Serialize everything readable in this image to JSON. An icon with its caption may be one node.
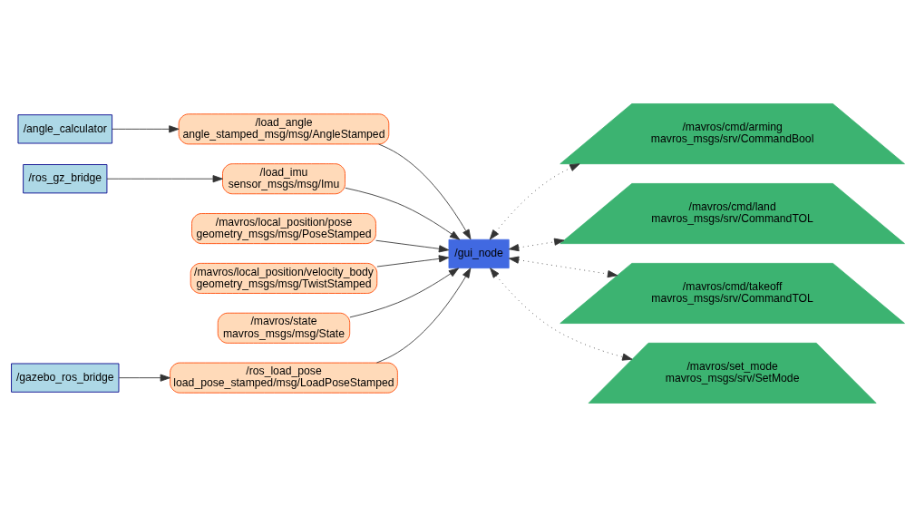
{
  "diagram": {
    "nodes": [
      {
        "text": [
          "/angle_calculator"
        ]
      },
      {
        "text": [
          "/load_angle",
          "angle_stamped_msg/msg/AngleStamped"
        ]
      },
      {
        "text": [
          "/ros_gz_bridge"
        ]
      },
      {
        "text": [
          "/load_imu",
          "sensor_msgs/msg/Imu"
        ]
      },
      {
        "text": [
          "/mavros/local_position/pose",
          "geometry_msgs/msg/PoseStamped"
        ]
      },
      {
        "text": [
          "/mavros/local_position/velocity_body",
          "geometry_msgs/msg/TwistStamped"
        ]
      },
      {
        "text": [
          "/mavros/state",
          "mavros_msgs/msg/State"
        ]
      },
      {
        "text": [
          "/gazebo_ros_bridge"
        ]
      },
      {
        "text": [
          "/ros_load_pose",
          "load_pose_stamped/msg/LoadPoseStamped"
        ]
      },
      {
        "text": [
          "/gui_node"
        ]
      },
      {
        "text": [
          "/mavros/cmd/arming",
          "mavros_msgs/srv/CommandBool"
        ]
      },
      {
        "text": [
          "/mavros/cmd/land",
          "mavros_msgs/srv/CommandTOL"
        ]
      },
      {
        "text": [
          "/mavros/cmd/takeoff",
          "mavros_msgs/srv/CommandTOL"
        ]
      },
      {
        "text": [
          "/mavros/set_mode",
          "mavros_msgs/srv/SetMode"
        ]
      }
    ],
    "edges": [
      {
        "from": 0,
        "to": 1,
        "arrow": "to"
      },
      {
        "from": 1,
        "to": 9,
        "arrow": "to"
      },
      {
        "from": 2,
        "to": 3,
        "arrow": "to"
      },
      {
        "from": 3,
        "to": 9,
        "arrow": "to"
      },
      {
        "from": 4,
        "to": 9,
        "arrow": "to"
      },
      {
        "from": 5,
        "to": 9,
        "arrow": "to"
      },
      {
        "from": 6,
        "to": 9,
        "arrow": "to"
      },
      {
        "from": 7,
        "to": 8,
        "arrow": "to"
      },
      {
        "from": 8,
        "to": 9,
        "arrow": "to"
      },
      {
        "from": 9,
        "to": 10,
        "arrow": "both",
        "style": "dashed"
      },
      {
        "from": 9,
        "to": 11,
        "arrow": "both",
        "style": "dashed"
      },
      {
        "from": 9,
        "to": 12,
        "arrow": "both",
        "style": "dashed"
      },
      {
        "from": 9,
        "to": 13,
        "arrow": "both",
        "style": "dashed"
      }
    ]
  }
}
